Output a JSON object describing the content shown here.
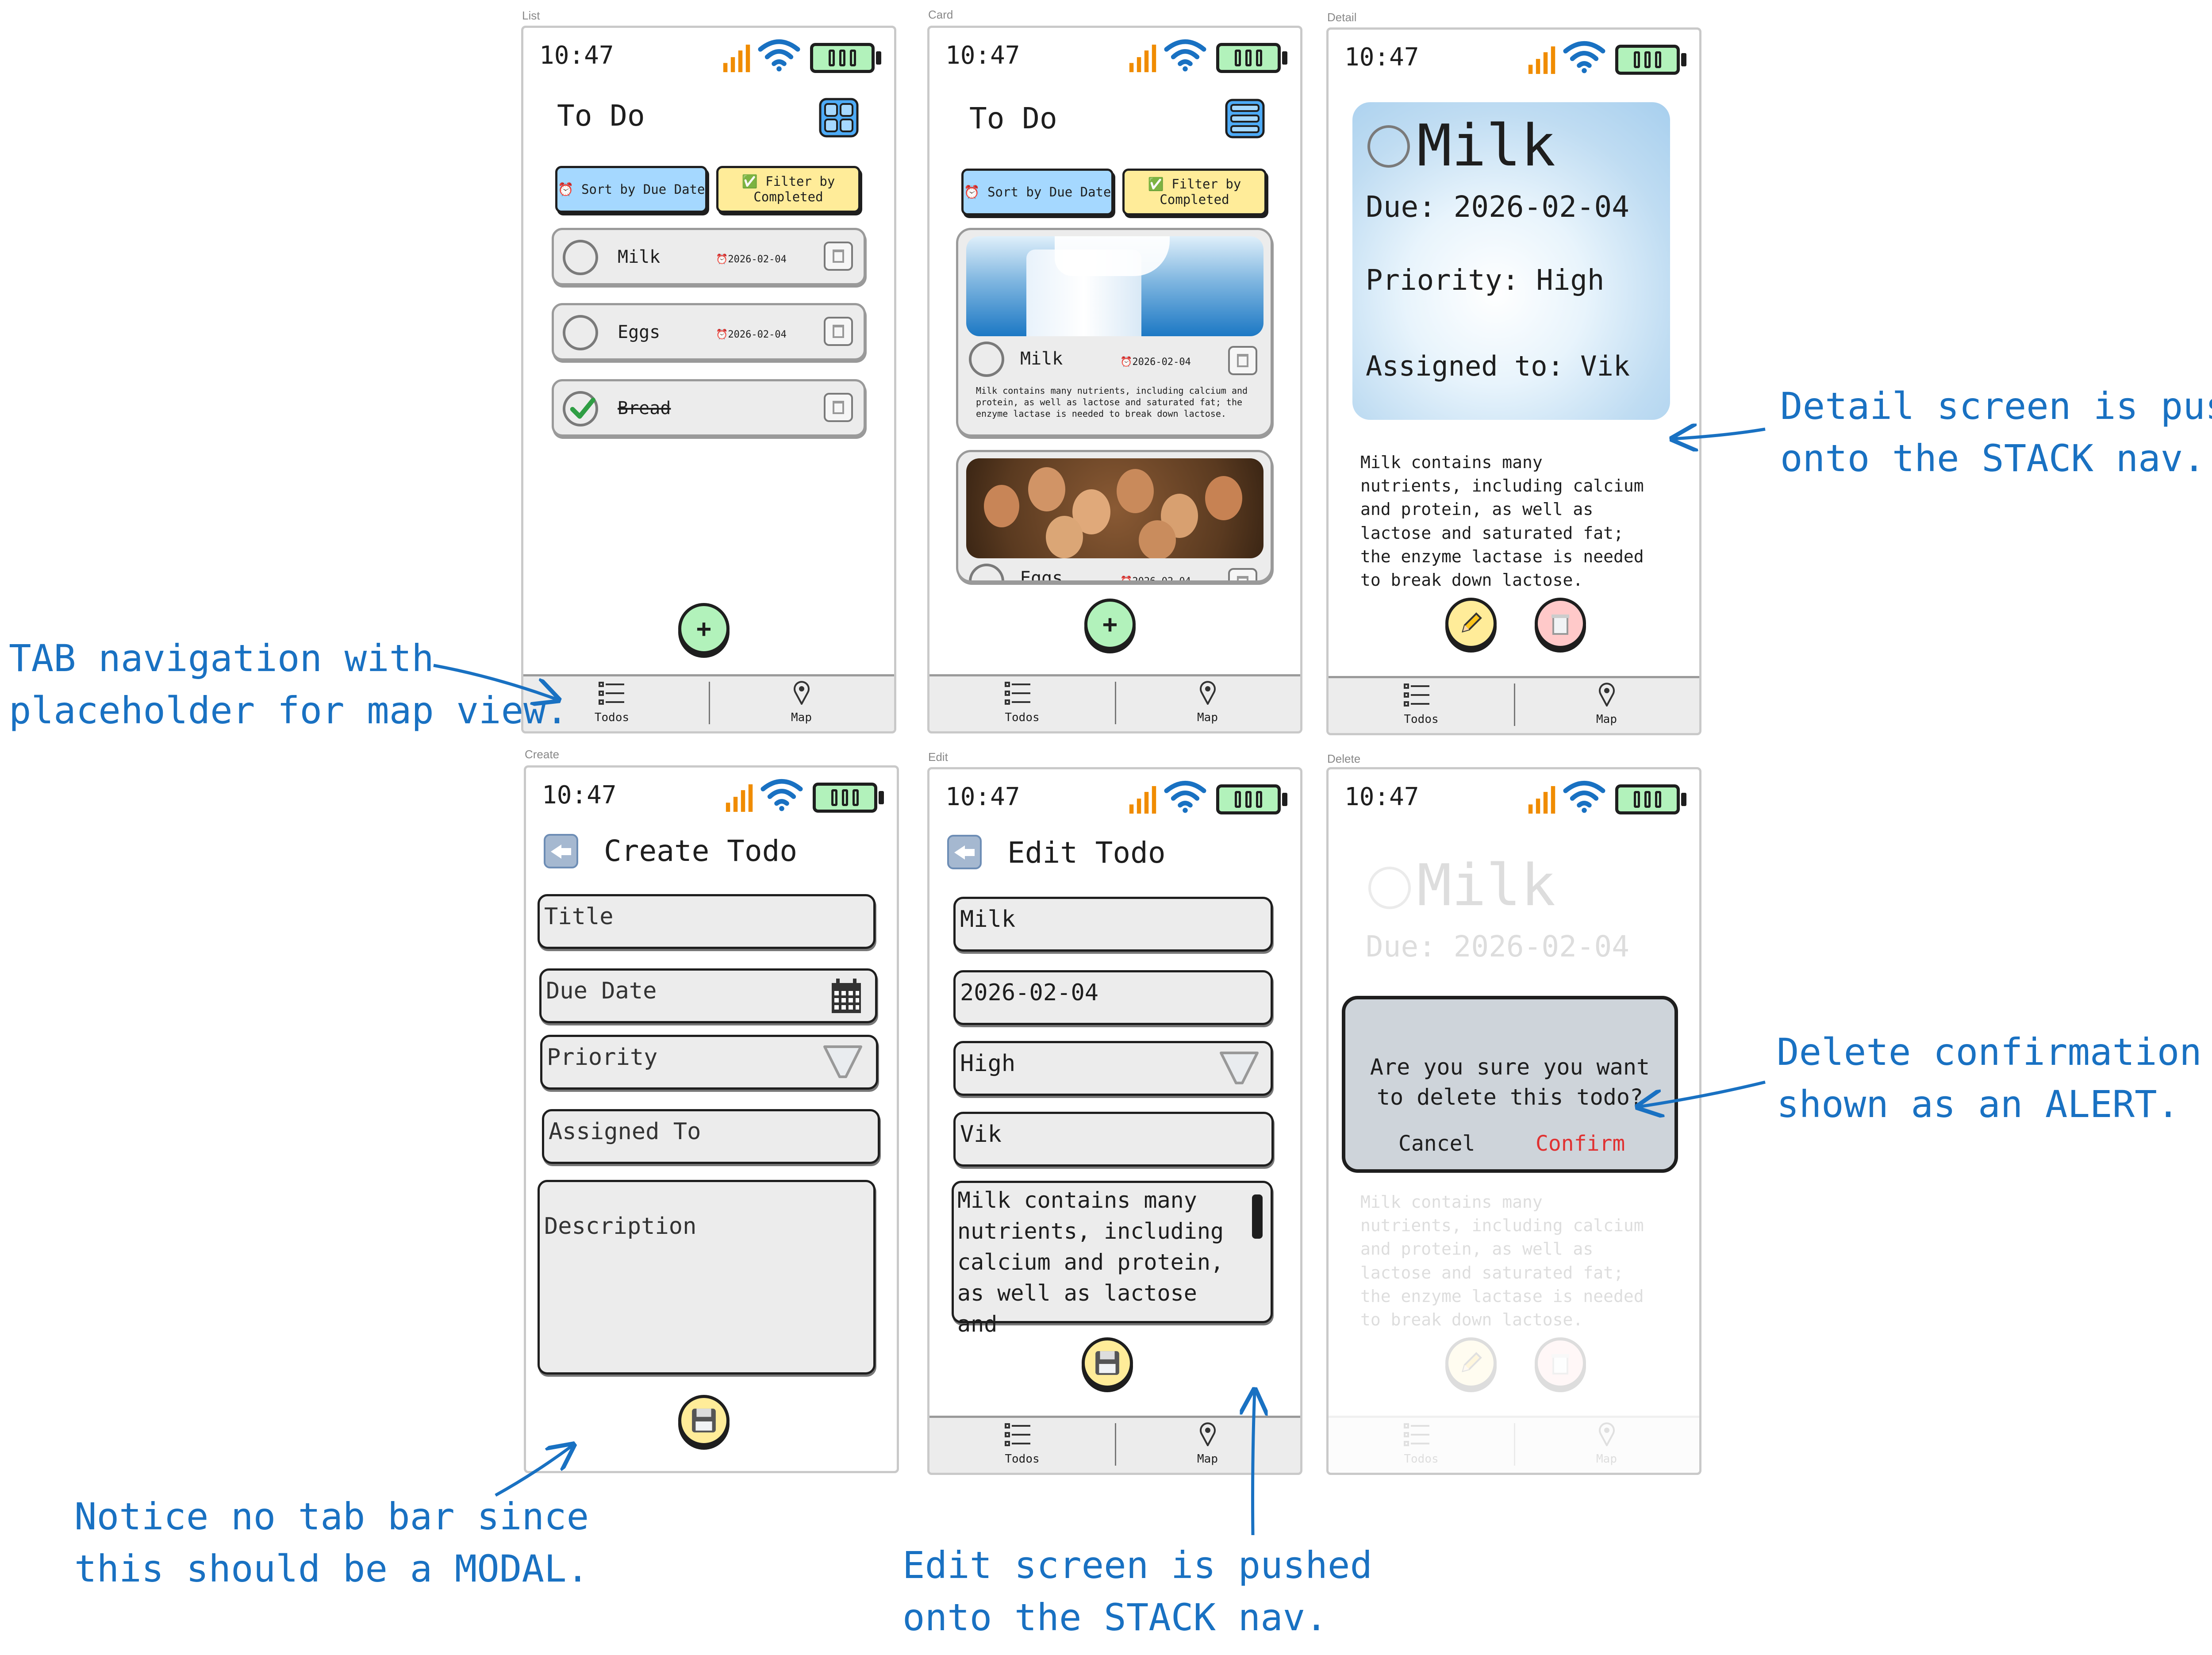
{
  "frame_labels": {
    "list": "List",
    "card": "Card",
    "detail": "Detail",
    "create": "Create",
    "edit": "Edit",
    "delete": "Delete"
  },
  "status": {
    "time": "10:47"
  },
  "list_screen": {
    "title": "To Do",
    "sort_label": "⏰ Sort by Due Date",
    "filter_label": "✅ Filter by Completed",
    "todos": [
      {
        "title": "Milk",
        "due": "⏰2026-02-04",
        "completed": false
      },
      {
        "title": "Eggs",
        "due": "⏰2026-02-04",
        "completed": false
      },
      {
        "title": "Bread",
        "due": "",
        "completed": true
      }
    ],
    "fab": "+"
  },
  "card_screen": {
    "title": "To Do",
    "sort_label": "⏰ Sort by Due Date",
    "filter_label": "✅ Filter by Completed",
    "cards": [
      {
        "title": "Milk",
        "due": "⏰2026-02-04",
        "description": "Milk contains many nutrients, including calcium and protein, as well as lactose and saturated fat; the enzyme lactase is needed to break down lactose."
      },
      {
        "title": "Eggs",
        "due": "⏰2026-02-04"
      }
    ],
    "fab": "+"
  },
  "detail_screen": {
    "title": "Milk",
    "due": "Due: 2026-02-04",
    "priority": "Priority: High",
    "assigned": "Assigned to: Vik",
    "description": "Milk contains many nutrients, including calcium and protein, as well as lactose and saturated fat; the enzyme lactase is needed to break down lactose.",
    "edit_icon": "✏️",
    "delete_icon": "🗑"
  },
  "tabs": {
    "todos": "Todos",
    "map": "Map"
  },
  "create_screen": {
    "title": "Create Todo",
    "title_placeholder": "Title",
    "due_placeholder": "Due Date",
    "priority_placeholder": "Priority",
    "assigned_placeholder": "Assigned To",
    "description_placeholder": "Description",
    "save_icon": "💾"
  },
  "edit_screen": {
    "title": "Edit Todo",
    "title_value": "Milk",
    "due_value": "2026-02-04",
    "priority_value": "High",
    "assigned_value": "Vik",
    "description_value": "Milk contains many nutrients, including calcium and protein, as well as lactose and",
    "save_icon": "💾"
  },
  "delete_screen": {
    "bg_title": "Milk",
    "bg_due": "Due: 2026-02-04",
    "bg_description": "Milk contains many nutrients, including calcium and protein, as well as lactose and saturated fat; the enzyme lactase is needed to break down lactose.",
    "alert_message": "Are you sure you want to delete this todo?",
    "cancel_label": "Cancel",
    "confirm_label": "Confirm",
    "confirm_color": "#e03131"
  },
  "annotations": {
    "tab_line1": "TAB navigation with",
    "tab_line2": "placeholder for map view.",
    "detail_line1": "Detail screen is pushed",
    "detail_line2": "onto the STACK nav.",
    "modal_line1": "Notice no tab bar since",
    "modal_line2": "this should be a MODAL.",
    "edit_line1": "Edit screen is pushed",
    "edit_line2": "onto the STACK nav.",
    "delete_line1": "Delete confirmation is",
    "delete_line2": "shown as an ALERT.",
    "color": "#1971c2"
  }
}
